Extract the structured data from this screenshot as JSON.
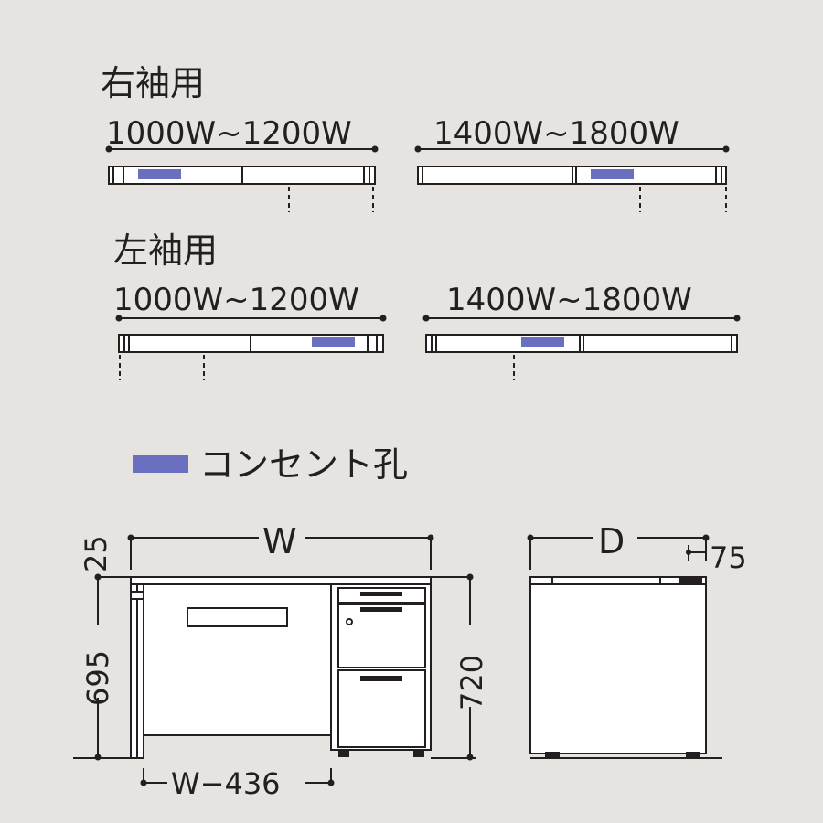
{
  "top": {
    "right_sleeve": {
      "title": "右袖用",
      "range_small": "1000W~1200W",
      "range_large": "1400W~1800W"
    },
    "left_sleeve": {
      "title": "左袖用",
      "range_small": "1000W~1200W",
      "range_large": "1400W~1800W"
    }
  },
  "legend": {
    "label": "コンセント孔",
    "color": "#6b6fbf"
  },
  "dimensions": {
    "width": "W",
    "depth": "D",
    "top_thickness": "25",
    "leg_height": "695",
    "total_height": "720",
    "back_offset": "75",
    "pedestal_span": "W−436"
  },
  "colors": {
    "background": "#e7e3e1",
    "line": "#231f20",
    "panel": "#ffffff",
    "outlet": "#6b6fbf"
  }
}
